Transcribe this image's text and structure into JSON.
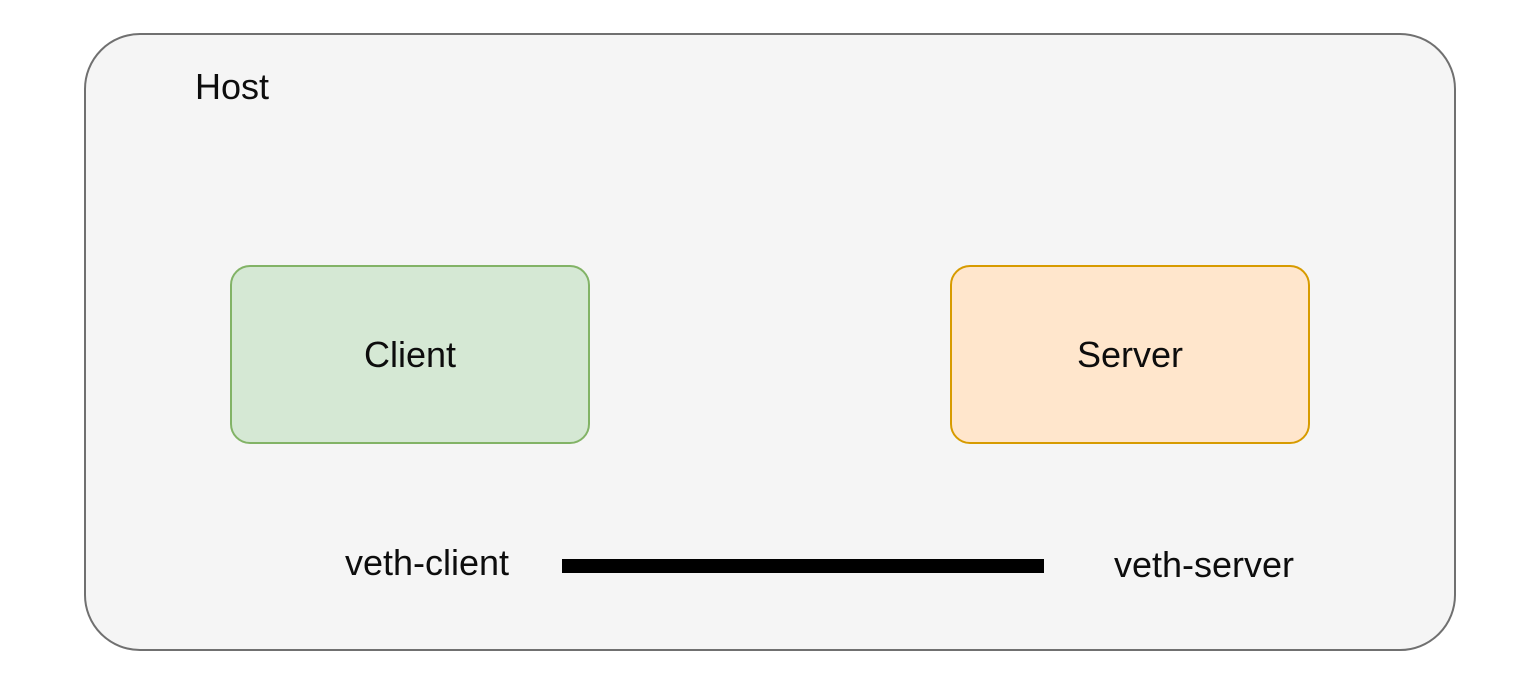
{
  "diagram": {
    "title": "Host / Client / Server veth diagram",
    "host": {
      "label": "Host",
      "fill": "#f5f5f5",
      "stroke": "#707070"
    },
    "nodes": {
      "client": {
        "label": "Client",
        "fill": "#d5e8d4",
        "stroke": "#82b366"
      },
      "server": {
        "label": "Server",
        "fill": "#ffe6cc",
        "stroke": "#d79b00"
      }
    },
    "link": {
      "left_label": "veth-client",
      "right_label": "veth-server",
      "color": "#000000"
    }
  }
}
